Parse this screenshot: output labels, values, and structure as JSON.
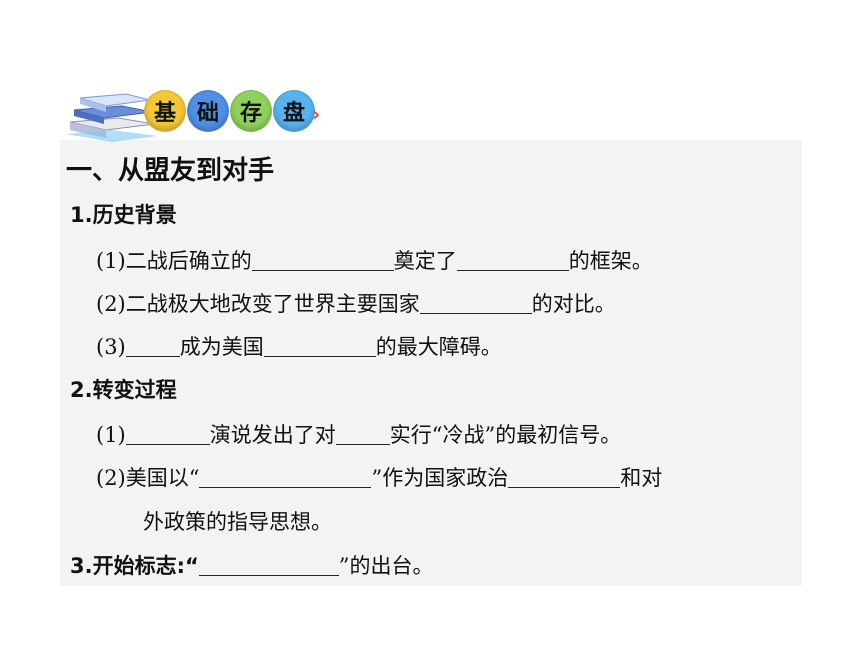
{
  "header": {
    "badge_chars": [
      "基",
      "础",
      "存",
      "盘"
    ],
    "chevron": "›"
  },
  "section": {
    "title": "一、从盟友到对手",
    "s1": {
      "heading": "1.历史背景",
      "i1": {
        "a": "(1)二战后确立的",
        "b": "奠定了",
        "c": "的框架。"
      },
      "i2": {
        "a": "(2)二战极大地改变了世界主要国家",
        "b": "的对比。"
      },
      "i3": {
        "a": "(3)",
        "b": "成为美国",
        "c": "的最大障碍。"
      }
    },
    "s2": {
      "heading": "2.转变过程",
      "i1": {
        "a": "(1)",
        "b": "演说发出了对",
        "c": "实行“冷战”的最初信号。"
      },
      "i2": {
        "a": "(2)美国以“",
        "b": "”作为国家政治",
        "c": "和对"
      },
      "i2_cont": "外政策的指导思想。"
    },
    "s3": {
      "a": "3.开始标志:“",
      "b": "”的出台。"
    }
  }
}
